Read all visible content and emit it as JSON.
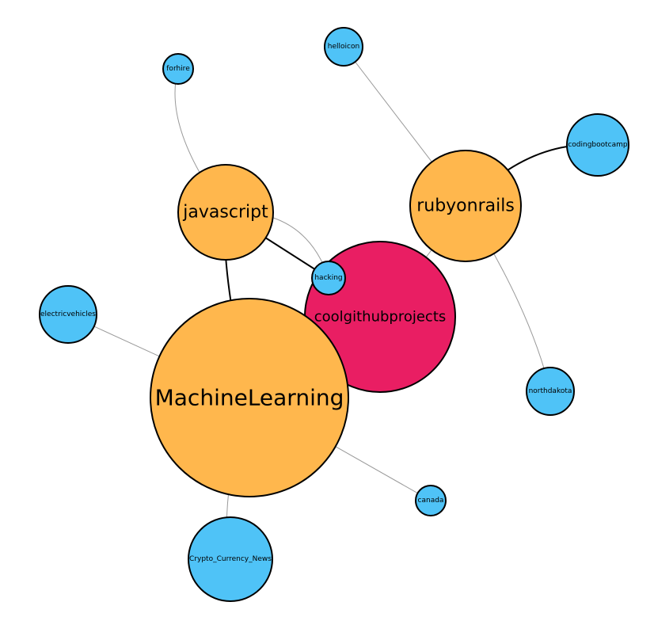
{
  "colors": {
    "hub": "#e91e63",
    "topic": "#ffb74d",
    "leaf": "#4fc3f7",
    "strong_edge": "#000000",
    "weak_edge": "#999999"
  },
  "nodes": [
    {
      "id": "MachineLearning",
      "label": "MachineLearning",
      "kind": "topic"
    },
    {
      "id": "coolgithubprojects",
      "label": "coolgithubprojects",
      "kind": "hub"
    },
    {
      "id": "javascript",
      "label": "javascript",
      "kind": "topic"
    },
    {
      "id": "rubyonrails",
      "label": "rubyonrails",
      "kind": "topic"
    },
    {
      "id": "hacking",
      "label": "hacking",
      "kind": "leaf"
    },
    {
      "id": "forhire",
      "label": "forhire",
      "kind": "leaf"
    },
    {
      "id": "helloicon",
      "label": "helloicon",
      "kind": "leaf"
    },
    {
      "id": "codingbootcamp",
      "label": "codingbootcamp",
      "kind": "leaf"
    },
    {
      "id": "electricvehicles",
      "label": "electricvehicles",
      "kind": "leaf"
    },
    {
      "id": "northdakota",
      "label": "northdakota",
      "kind": "leaf"
    },
    {
      "id": "canada",
      "label": "canada",
      "kind": "leaf"
    },
    {
      "id": "Crypto_Currency_News",
      "label": "Crypto_Currency_News",
      "kind": "leaf"
    }
  ],
  "edges": [
    {
      "source": "javascript",
      "target": "MachineLearning",
      "strength": "strong"
    },
    {
      "source": "javascript",
      "target": "hacking",
      "strength": "strong"
    },
    {
      "source": "javascript",
      "target": "hacking",
      "strength": "weak"
    },
    {
      "source": "javascript",
      "target": "forhire",
      "strength": "weak"
    },
    {
      "source": "rubyonrails",
      "target": "helloicon",
      "strength": "weak"
    },
    {
      "source": "rubyonrails",
      "target": "codingbootcamp",
      "strength": "strong"
    },
    {
      "source": "rubyonrails",
      "target": "northdakota",
      "strength": "weak"
    },
    {
      "source": "rubyonrails",
      "target": "coolgithubprojects",
      "strength": "weak"
    },
    {
      "source": "MachineLearning",
      "target": "electricvehicles",
      "strength": "weak"
    },
    {
      "source": "MachineLearning",
      "target": "canada",
      "strength": "weak"
    },
    {
      "source": "MachineLearning",
      "target": "Crypto_Currency_News",
      "strength": "weak"
    }
  ]
}
